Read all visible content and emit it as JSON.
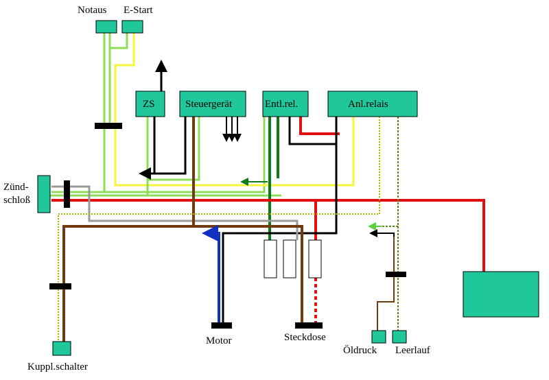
{
  "colors": {
    "component_fill": "#1fc79a",
    "wire_red": "#e01010",
    "wire_black": "#000000",
    "wire_yellow": "#f5f53a",
    "wire_lightgreen": "#8ddc5a",
    "wire_darkgreen": "#0f7a1a",
    "wire_brown": "#6e3c10",
    "wire_gray": "#9a9a9a",
    "wire_blue": "#1030c0",
    "wire_yellow_dotted": "#c8c800"
  },
  "labels": {
    "notaus": "Notaus",
    "estart": "E-Start",
    "zs": "ZS",
    "steuergeraet": "Steuergerät",
    "entlrel": "Entl.rel.",
    "anlrelais": "Anl.relais",
    "zuendschloss_line1": "Zünd-",
    "zuendschloss_line2": "schloß",
    "motor": "Motor",
    "steckdose": "Steckdose",
    "oeldruck": "Öldruck",
    "leerlauf": "Leerlauf",
    "kupplschalter": "Kuppl.schalter"
  }
}
